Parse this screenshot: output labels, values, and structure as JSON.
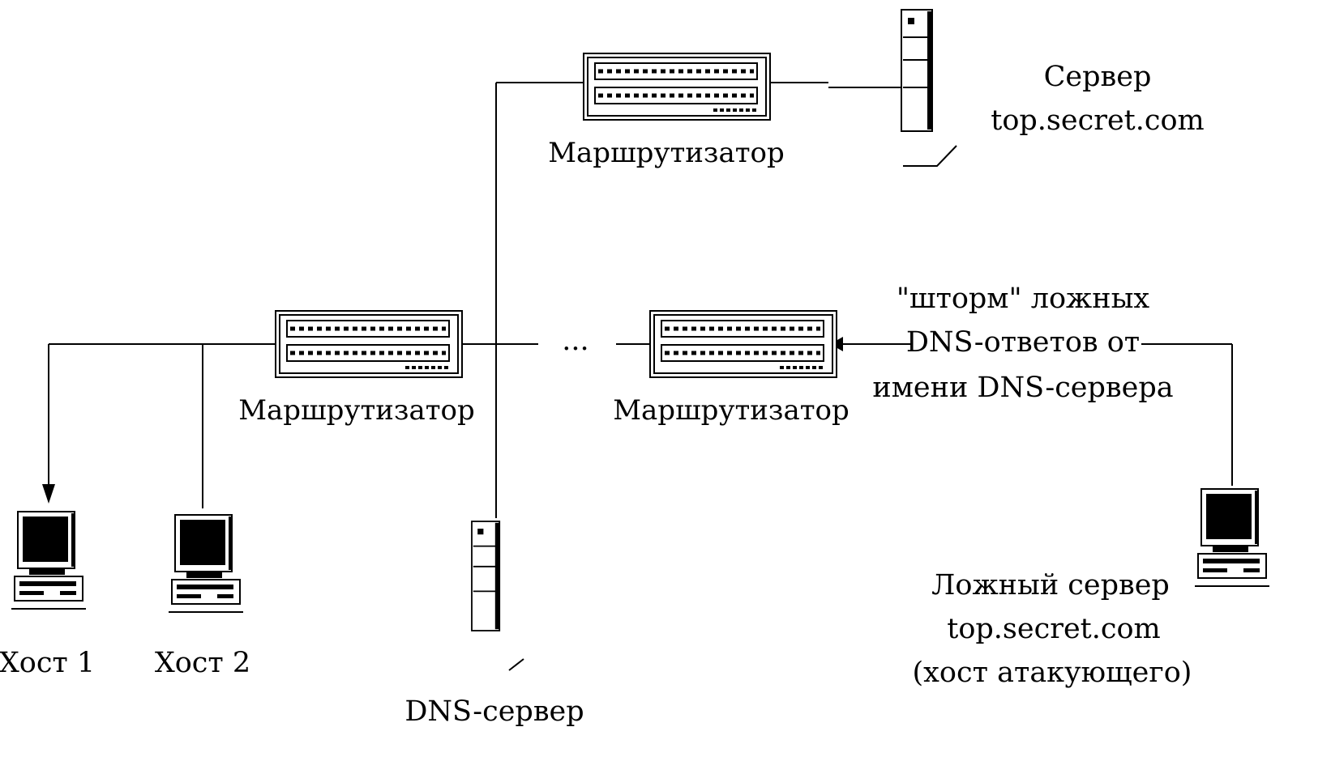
{
  "colors": {
    "background": "#ffffff",
    "line": "#000000"
  },
  "labels": {
    "router_top": "Маршрутизатор",
    "router_left": "Маршрутизатор",
    "router_right": "Маршрутизатор",
    "server_title_line1": "Сервер",
    "server_title_line2": "top.secret.com",
    "ellipsis": "...",
    "storm_line1": "\"шторм\" ложных",
    "storm_line2": "DNS-ответов от",
    "storm_line3": "имени DNS-сервера",
    "host1": "Хост 1",
    "host2": "Хост 2",
    "dns_server": "DNS-сервер",
    "fake_server_line1": "Ложный сервер",
    "fake_server_line2": "top.secret.com",
    "fake_server_line3": "(хост атакующего)"
  },
  "icons": {
    "router": "router-icon",
    "server": "server-tower-icon",
    "workstation": "desktop-computer-icon",
    "arrow": "arrow-head-icon"
  }
}
